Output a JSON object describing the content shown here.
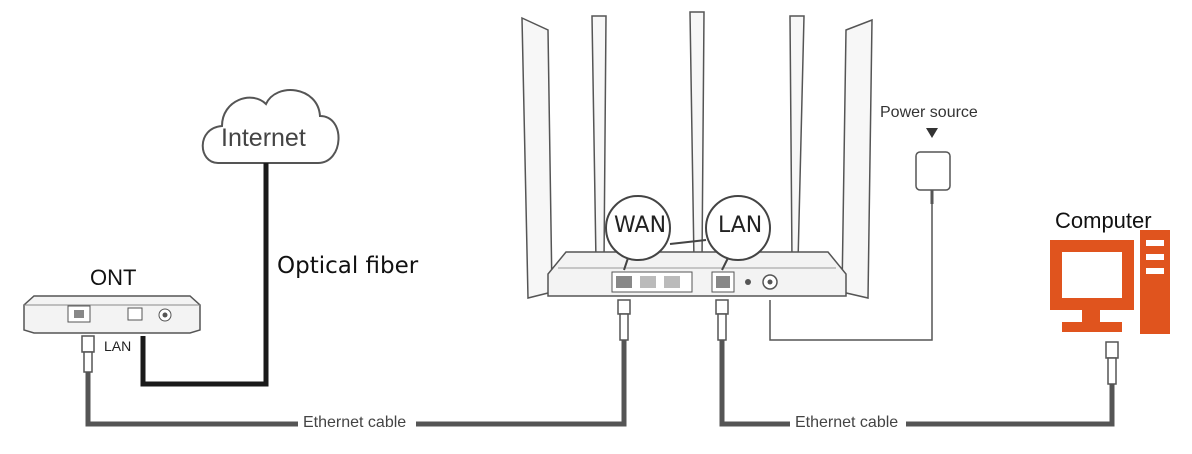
{
  "cloud": {
    "label": "Internet"
  },
  "ont": {
    "title": "ONT",
    "port_label": "LAN"
  },
  "fiber": {
    "label": "Optical fiber"
  },
  "router": {
    "wan_label": "WAN",
    "lan_label": "LAN"
  },
  "power": {
    "label": "Power source"
  },
  "computer": {
    "label": "Computer"
  },
  "cables": {
    "left_label": "Ethernet cable",
    "right_label": "Ethernet cable"
  },
  "colors": {
    "computer_accent": "#e0541e",
    "cable": "#555555",
    "fiber": "#1a1a1a",
    "outline": "#444444"
  }
}
